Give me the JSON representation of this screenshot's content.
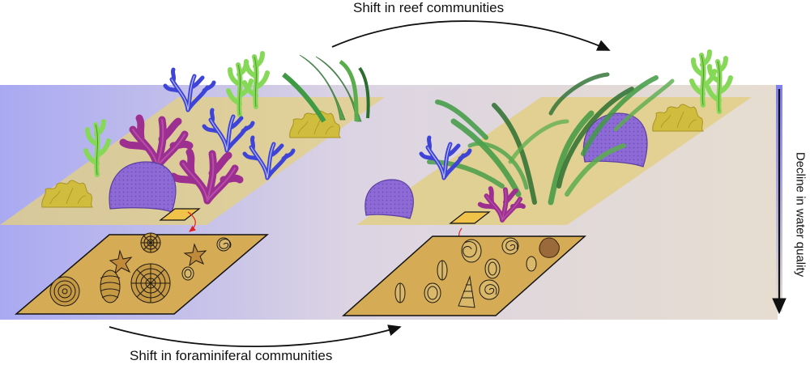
{
  "labels": {
    "reef_shift": "Shift in reef communities",
    "foram_shift": "Shift in foraminiferal communities",
    "water_quality": "Decline in water quality"
  },
  "colors": {
    "water_good": "#a9a9f2",
    "water_poor": "#e6ddd0",
    "sediment": "#e2cf86",
    "foram_bed": "#d6ab55",
    "staghorn_purple": "#9c2f8f",
    "branching_blue": "#3f44d8",
    "massive_coral": "#8d6ad6",
    "seaweed_lightgreen": "#86d957",
    "seagrass_green": "#3f9a43",
    "encrusting_coral": "#d0bd3d",
    "arrow_red": "#e02020"
  },
  "panels": [
    {
      "name": "healthy-reef",
      "biota": [
        "branching-coral",
        "staghorn-coral",
        "massive-coral",
        "seaweed",
        "seagrass",
        "encrusting-coral"
      ]
    },
    {
      "name": "degraded-reef",
      "biota": [
        "seagrass",
        "massive-coral",
        "branching-coral",
        "staghorn-coral",
        "seaweed",
        "encrusting-coral"
      ]
    }
  ]
}
